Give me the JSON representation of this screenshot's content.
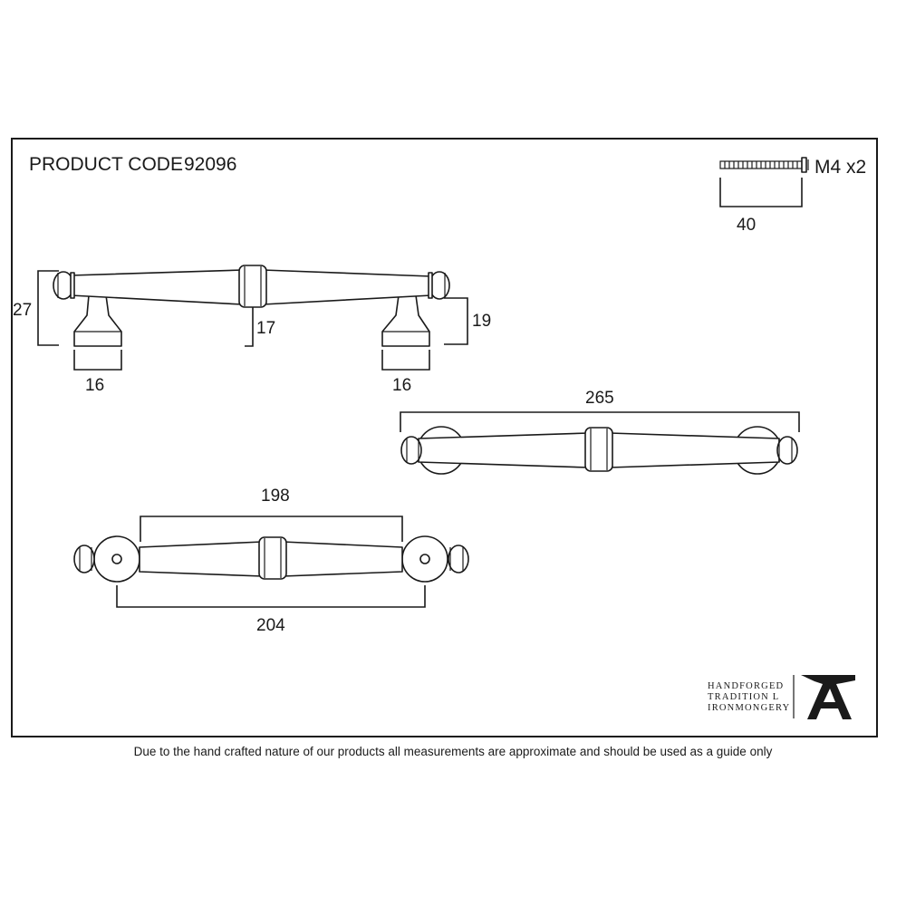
{
  "product": {
    "label": "PRODUCT CODE",
    "code": "92096"
  },
  "fixing": {
    "screw_label": "M4 x2",
    "length": "40"
  },
  "side_view": {
    "overall_height": "27",
    "bar_height": "17",
    "foot_height": "19",
    "left_foot_width": "16",
    "right_foot_width": "16"
  },
  "top_view": {
    "overall_length": "265"
  },
  "front_view": {
    "bar_length": "198",
    "centres": "204"
  },
  "logo": {
    "line1": "HANDFORGED",
    "line2": "TRADITION L",
    "line3": "IRONMONGERY",
    "icon": "anvil-a-icon"
  },
  "disclaimer": "Due to the hand crafted nature of our products all measurements are approximate and should be used as a guide only"
}
